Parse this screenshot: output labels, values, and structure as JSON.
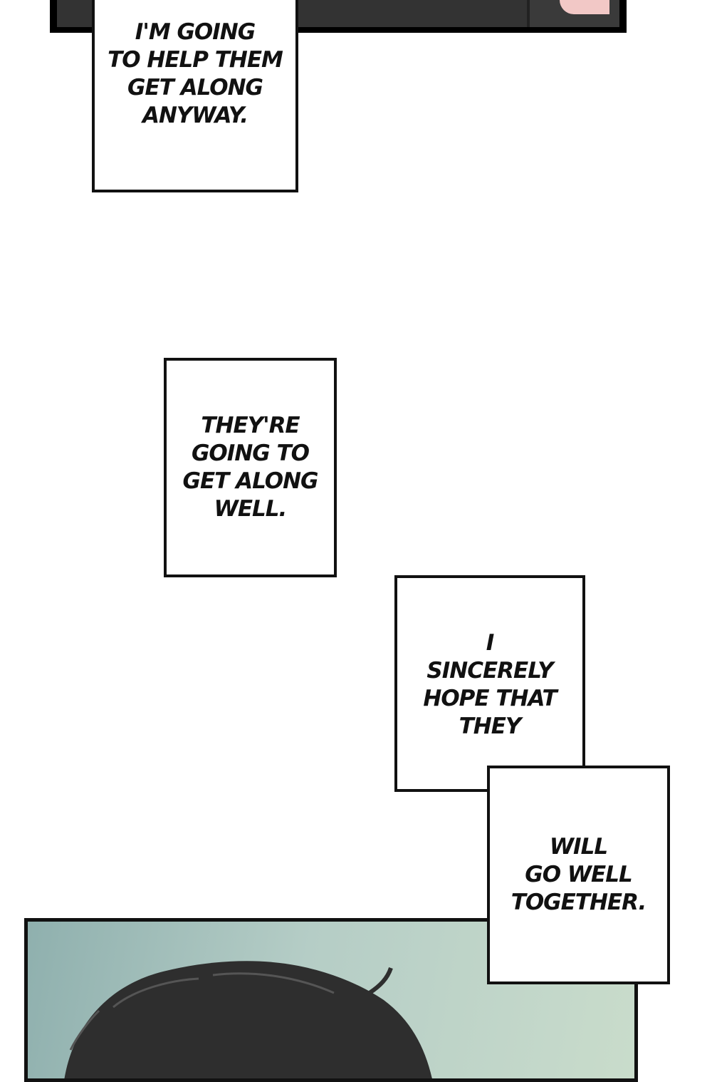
{
  "captions": [
    {
      "id": "cap1",
      "text": "I'M GOING\nTO HELP THEM\nGET ALONG\nANYWAY."
    },
    {
      "id": "cap2",
      "text": "THEY'RE\nGOING TO\nGET ALONG\nWELL."
    },
    {
      "id": "cap3",
      "text": "I\nSINCERELY\nHOPE THAT\nTHEY"
    },
    {
      "id": "cap4",
      "text": "WILL\nGO WELL\nTOGETHER."
    }
  ],
  "colors": {
    "border": "#111111",
    "sky_left": "#8fb0ae",
    "sky_right": "#c9dccb",
    "hair": "#2e2e2e",
    "skin_top_panel": "#f2c8c6"
  }
}
